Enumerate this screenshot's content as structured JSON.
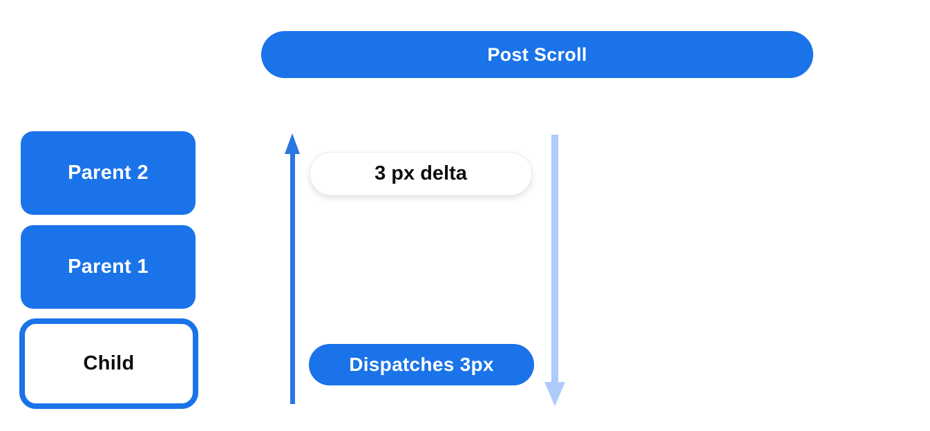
{
  "colors": {
    "accent_blue": "#1a73e8",
    "arrow_blue": "#2a76e2",
    "light_blue": "#aecbfa",
    "pill_border": "#ececec",
    "text_dark": "#0d0d0d",
    "background": "#ffffff"
  },
  "header": {
    "post_scroll_label": "Post Scroll"
  },
  "widget_stack": {
    "boxes": [
      {
        "label": "Parent 2",
        "variant": "filled"
      },
      {
        "label": "Parent 1",
        "variant": "filled"
      },
      {
        "label": "Child",
        "variant": "outlined"
      }
    ]
  },
  "notification_flow": {
    "up_arrow_icon": "arrow-up",
    "down_arrow_icon": "arrow-down",
    "delta_label": "3 px delta",
    "dispatch_label": "Dispatches 3px"
  }
}
